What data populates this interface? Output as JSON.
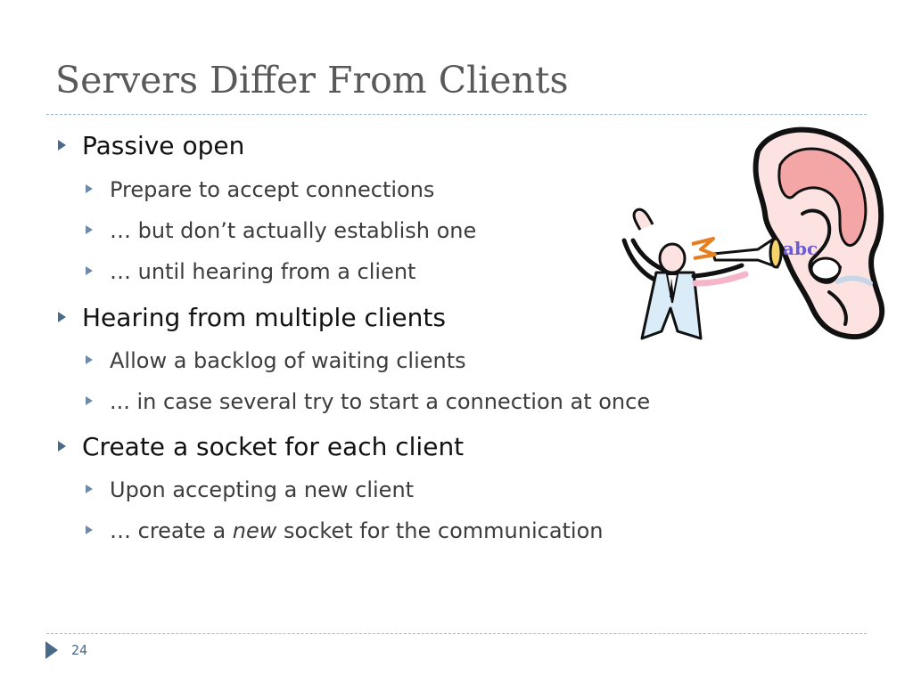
{
  "slide": {
    "title": "Servers Differ From Clients",
    "page_number": "24"
  },
  "bullets": [
    {
      "level": 1,
      "text": "Passive open"
    },
    {
      "level": 2,
      "text": "Prepare to accept connections"
    },
    {
      "level": 2,
      "text": "… but don’t actually establish one"
    },
    {
      "level": 2,
      "text": "… until hearing from a client"
    },
    {
      "level": 1,
      "text": "Hearing from multiple clients"
    },
    {
      "level": 2,
      "text": "Allow a backlog of waiting clients"
    },
    {
      "level": 2,
      "text": "... in case several try to start a connection at once"
    },
    {
      "level": 1,
      "text": "Create a socket for each client"
    },
    {
      "level": 2,
      "text": "Upon accepting a new client"
    },
    {
      "level": 2,
      "text_before": "… create a ",
      "text_emphasis": "new",
      "text_after": " socket for the communication"
    }
  ],
  "clipart": {
    "description_icon": "megaphone-to-ear-icon",
    "sound_letters": "abc"
  },
  "colors": {
    "title": "#595959",
    "level1_text": "#111111",
    "level2_text": "#3d3d3d",
    "accent": "#4a6a8a",
    "rule": "#9fb6cc"
  }
}
